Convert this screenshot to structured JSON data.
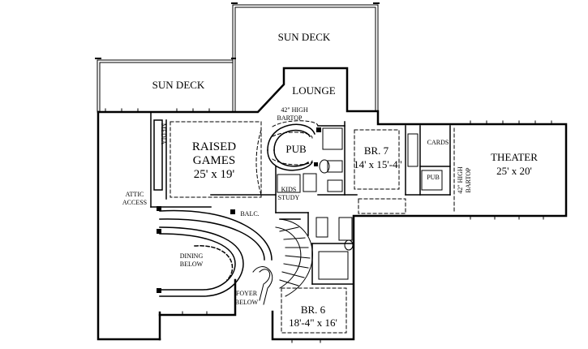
{
  "rooms": {
    "sun_deck_upper": "SUN DECK",
    "sun_deck_lower": "SUN DECK",
    "lounge": "LOUNGE",
    "bartop_1_line1": "42\" HIGH",
    "bartop_1_line2": "BARTOP",
    "media": "MEDIA",
    "raised_games_line1": "RAISED",
    "raised_games_line2": "GAMES",
    "raised_games_size": "25' x 19'",
    "pub_main": "PUB",
    "br7": "BR. 7",
    "br7_size": "14' x 15'-4\"",
    "cards": "CARDS",
    "pub_small": "PUB",
    "bartop_2_line1": "42\" HIGH",
    "bartop_2_line2": "BARTOP",
    "theater": "THEATER",
    "theater_size": "25' x 20'",
    "attic_line1": "ATTIC",
    "attic_line2": "ACCESS",
    "kids_line1": "KIDS",
    "kids_line2": "STUDY",
    "balc": "BALC.",
    "dining_line1": "DINING",
    "dining_line2": "BELOW",
    "foyer_line1": "FOYER",
    "foyer_line2": "BELOW",
    "br6": "BR. 6",
    "br6_size": "18'-4\" x 16'"
  }
}
